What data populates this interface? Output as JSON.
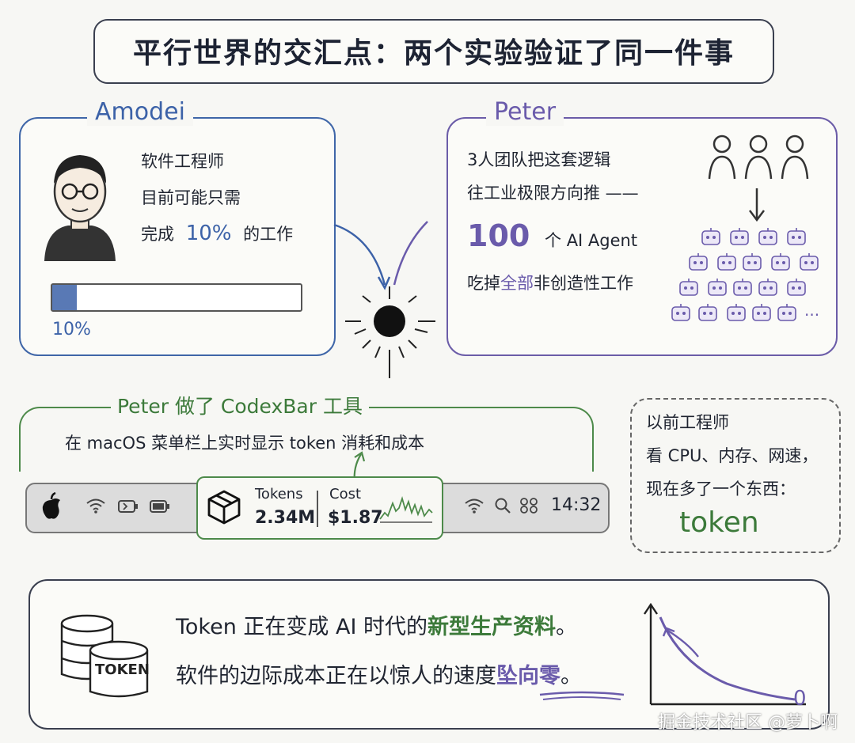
{
  "title": "平行世界的交汇点：两个实验验证了同一件事",
  "amodei": {
    "name": "Amodei",
    "line1": "软件工程师",
    "line2": "目前可能只需",
    "line3_prefix": "完成",
    "line3_highlight": "10%",
    "line3_suffix": "的工作",
    "progress_value": 0.1,
    "progress_label": "10%"
  },
  "peter": {
    "name": "Peter",
    "line1": "3人团队把这套逻辑",
    "line2": "往工业极限方向推 ——",
    "agent_count": "100",
    "agent_suffix": "个 AI Agent",
    "line4_prefix": "吃掉",
    "line4_highlight": "全部",
    "line4_suffix": "非创造性工作",
    "ellipsis": "..."
  },
  "codexbar": {
    "heading": "Peter 做了 CodexBar 工具",
    "description": "在 macOS 菜单栏上实时显示 token 消耗和成本"
  },
  "menubar": {
    "tokens_label": "Tokens",
    "tokens_value": "2.34M",
    "cost_label": "Cost",
    "cost_value": "$1.87",
    "time": "14:32"
  },
  "aside": {
    "line1": "以前工程师",
    "line2": "看 CPU、内存、网速，",
    "line3": "现在多了一个东西：",
    "keyword": "token"
  },
  "bottom": {
    "line1_prefix": "Token 正在变成 AI 时代的",
    "line1_highlight": "新型生产资料",
    "line1_suffix": "。",
    "line2_prefix": "软件的边际成本正在以惊人的速度",
    "line2_highlight": "坠向零",
    "line2_suffix": "。",
    "token_label": "TOKEN",
    "zero_label": "0"
  },
  "watermark": "掘金技术社区 @萝卜啊",
  "colors": {
    "blue": "#3c62a8",
    "purple": "#6a5bab",
    "green": "#3c7a3a"
  }
}
